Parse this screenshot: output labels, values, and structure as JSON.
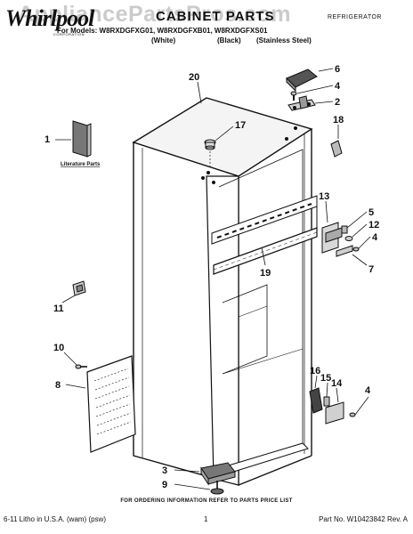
{
  "header": {
    "brand": "Whirlpool",
    "brand_sub": "CORPORATION",
    "title": "CABINET PARTS",
    "appliance_type": "REFRIGERATOR",
    "models_line": "For Models: W8RXDGFXG01, W8RXDGFXB01, W8RXDGFXS01",
    "variants": [
      "(White)",
      "(Black)",
      "(Stainless Steel)"
    ]
  },
  "watermark": "AppliancePartsPros.com",
  "diagram": {
    "callouts": [
      "1",
      "2",
      "3",
      "4",
      "4",
      "4",
      "5",
      "6",
      "7",
      "8",
      "9",
      "10",
      "11",
      "12",
      "13",
      "14",
      "15",
      "16",
      "17",
      "18",
      "19",
      "20"
    ],
    "literature_label": "Literature Parts"
  },
  "footer": {
    "instruction": "FOR ORDERING INFORMATION REFER TO PARTS PRICE LIST",
    "left": "6-11 Litho in U.S.A. (wam) (psw)",
    "page_number": "1",
    "part_no": "Part No. W10423842 Rev. A"
  }
}
